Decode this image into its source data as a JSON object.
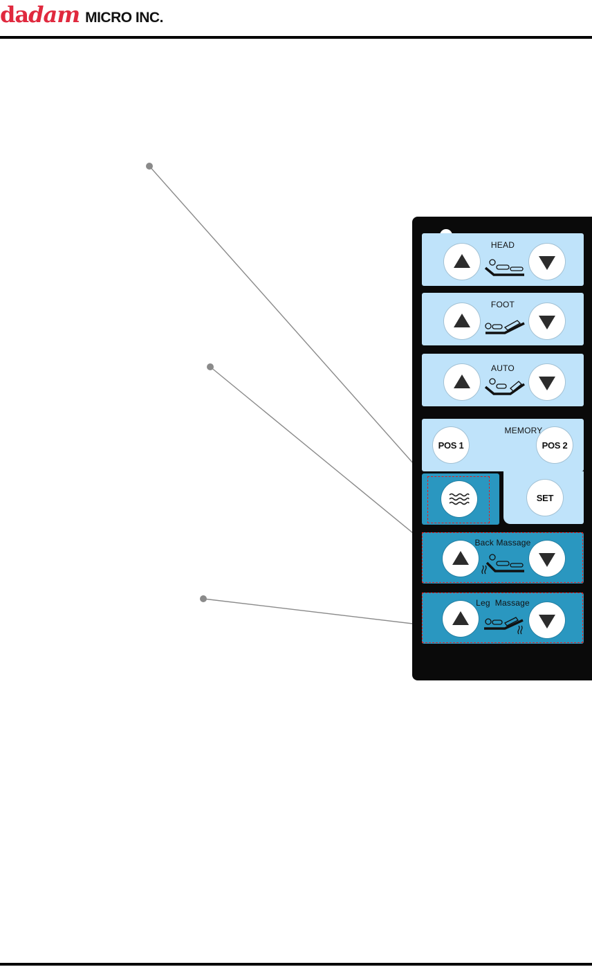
{
  "header": {
    "brand_part1": "da",
    "brand_part2": "dam",
    "brand_suffix": "MICRO INC.",
    "brand_color": "#e0293e"
  },
  "remote": {
    "head": {
      "label": "HEAD"
    },
    "foot": {
      "label": "FOOT"
    },
    "auto": {
      "label": "AUTO"
    },
    "memory": {
      "label": "MEMORY",
      "pos1": "POS 1",
      "pos2": "POS 2",
      "set": "SET"
    },
    "back_massage": {
      "label": "Back Massage"
    },
    "leg_massage": {
      "label": "Leg  Massage"
    }
  },
  "colors": {
    "panel_light": "#bfe3fa",
    "panel_dark": "#2a97c0",
    "callout_line": "#8a8a8a",
    "highlight_dash": "#e02020"
  },
  "icons": {
    "up": "triangle-up-icon",
    "down": "triangle-down-icon",
    "massage": "wave-massage-icon",
    "bed": "bed-position-icon"
  }
}
